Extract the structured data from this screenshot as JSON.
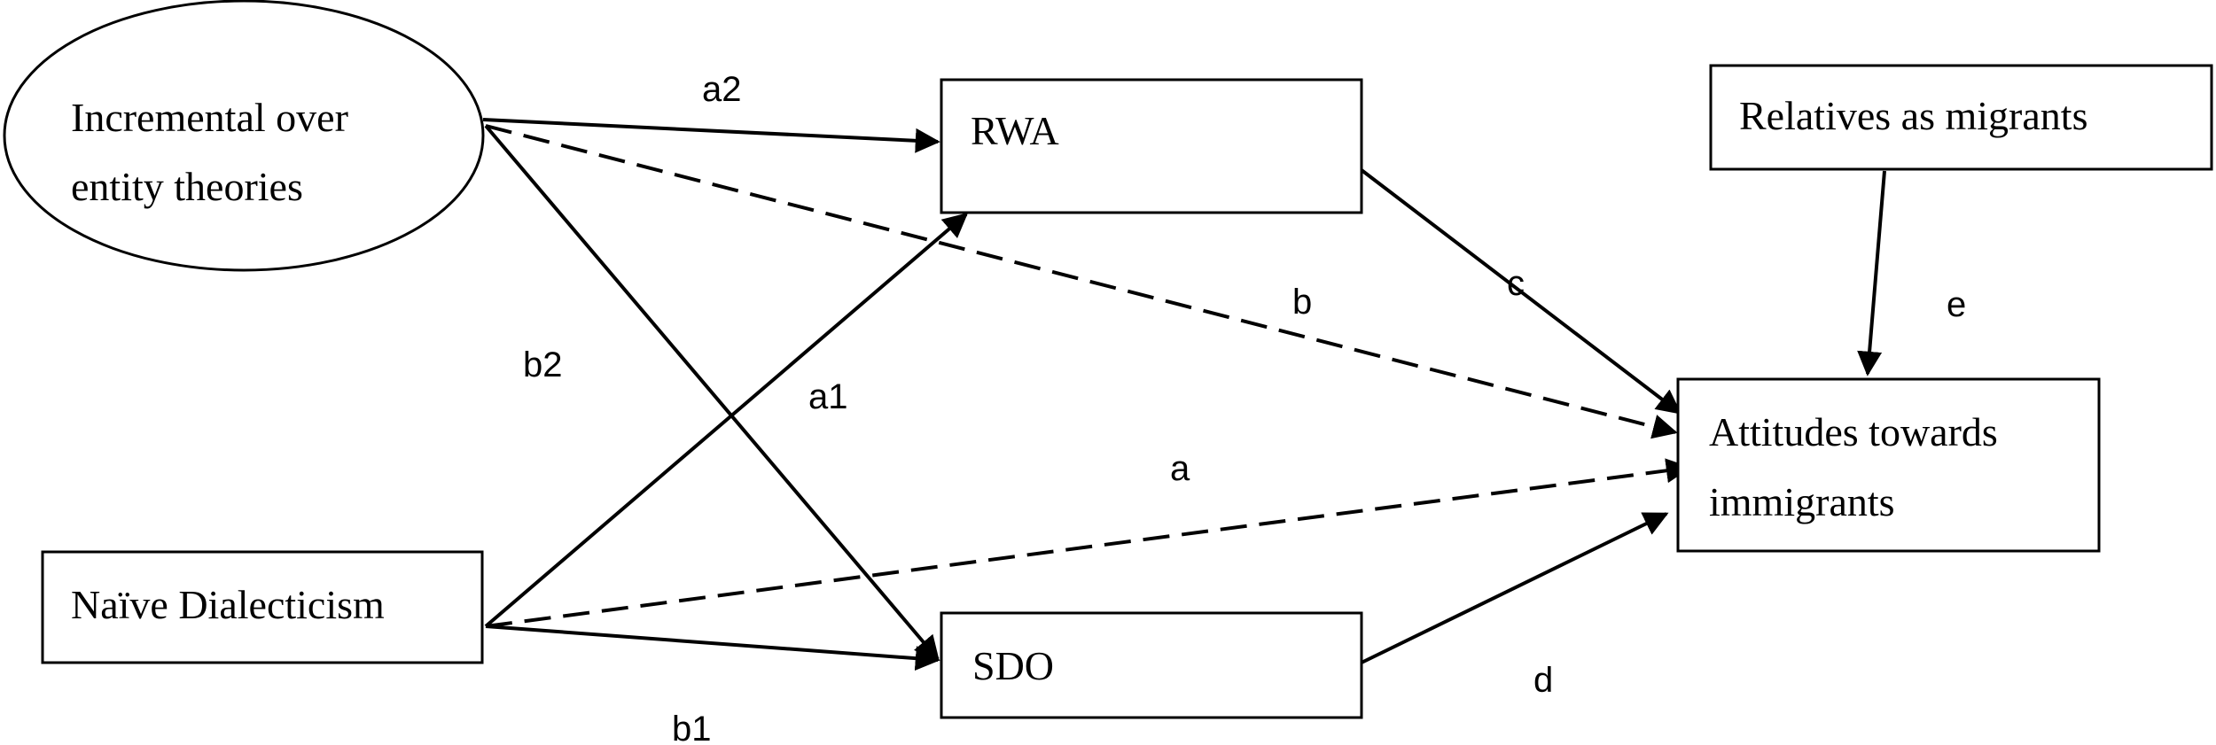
{
  "nodes": {
    "incremental": {
      "lines": [
        "Incremental over",
        "entity theories"
      ]
    },
    "rwa": {
      "lines": [
        "RWA"
      ]
    },
    "relatives": {
      "lines": [
        "Relatives as migrants"
      ]
    },
    "attitudes": {
      "lines": [
        "Attitudes towards",
        "immigrants"
      ]
    },
    "naive": {
      "lines": [
        "Naïve Dialecticism"
      ]
    },
    "sdo": {
      "lines": [
        "SDO"
      ]
    }
  },
  "edges": {
    "a2": {
      "label": "a2",
      "from": "Incremental over entity theories",
      "to": "RWA",
      "style": "solid"
    },
    "b2": {
      "label": "b2",
      "from": "Incremental over entity theories",
      "to": "SDO",
      "style": "solid"
    },
    "b": {
      "label": "b",
      "from": "Incremental over entity theories",
      "to": "Attitudes towards immigrants",
      "style": "dashed"
    },
    "a1": {
      "label": "a1",
      "from": "Naïve Dialecticism",
      "to": "RWA",
      "style": "solid"
    },
    "a": {
      "label": "a",
      "from": "Naïve Dialecticism",
      "to": "Attitudes towards immigrants",
      "style": "dashed"
    },
    "b1": {
      "label": "b1",
      "from": "Naïve Dialecticism",
      "to": "SDO",
      "style": "solid"
    },
    "c": {
      "label": "c",
      "from": "RWA",
      "to": "Attitudes towards immigrants",
      "style": "solid"
    },
    "d": {
      "label": "d",
      "from": "SDO",
      "to": "Attitudes towards immigrants",
      "style": "solid"
    },
    "e": {
      "label": "e",
      "from": "Relatives as migrants",
      "to": "Attitudes towards immigrants",
      "style": "solid"
    }
  }
}
